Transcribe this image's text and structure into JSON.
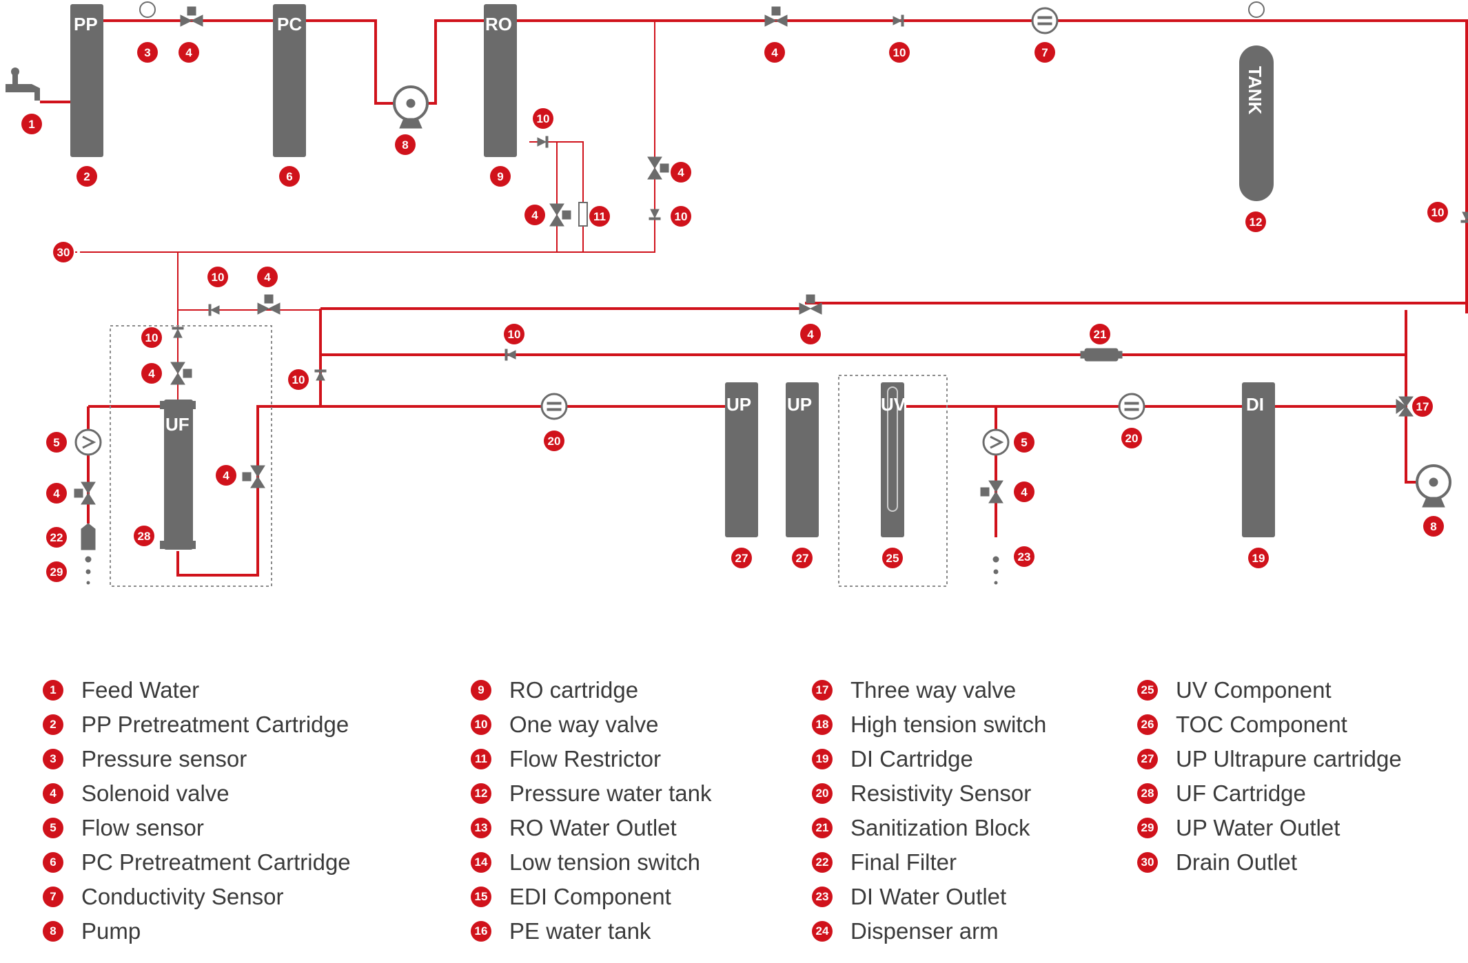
{
  "colors": {
    "pipe": "#d0121b",
    "component": "#6b6b6b",
    "badge": "#d0121b",
    "text": "#3a3a3a"
  },
  "component_labels": {
    "pp": "PP",
    "pc": "PC",
    "ro": "RO",
    "tank": "TANK",
    "uf": "UF",
    "up1": "UP",
    "up2": "UP",
    "uv": "UV",
    "di": "DI"
  },
  "badges": [
    "1",
    "2",
    "3",
    "4",
    "5",
    "6",
    "7",
    "8",
    "9",
    "10",
    "11",
    "12",
    "17",
    "19",
    "20",
    "21",
    "22",
    "23",
    "25",
    "27",
    "28",
    "29",
    "30"
  ],
  "legend": [
    {
      "num": "1",
      "text": "Feed Water"
    },
    {
      "num": "2",
      "text": "PP Pretreatment Cartridge"
    },
    {
      "num": "3",
      "text": "Pressure sensor"
    },
    {
      "num": "4",
      "text": "Solenoid valve"
    },
    {
      "num": "5",
      "text": "Flow sensor"
    },
    {
      "num": "6",
      "text": "PC Pretreatment Cartridge"
    },
    {
      "num": "7",
      "text": "Conductivity Sensor"
    },
    {
      "num": "8",
      "text": "Pump"
    },
    {
      "num": "9",
      "text": "RO cartridge"
    },
    {
      "num": "10",
      "text": "One way valve"
    },
    {
      "num": "11",
      "text": "Flow Restrictor"
    },
    {
      "num": "12",
      "text": "Pressure water tank"
    },
    {
      "num": "13",
      "text": "RO Water Outlet"
    },
    {
      "num": "14",
      "text": "Low tension switch"
    },
    {
      "num": "15",
      "text": "EDI Component"
    },
    {
      "num": "16",
      "text": "PE water tank"
    },
    {
      "num": "17",
      "text": "Three way valve"
    },
    {
      "num": "18",
      "text": "High tension switch"
    },
    {
      "num": "19",
      "text": "DI Cartridge"
    },
    {
      "num": "20",
      "text": "Resistivity Sensor"
    },
    {
      "num": "21",
      "text": "Sanitization Block"
    },
    {
      "num": "22",
      "text": "Final Filter"
    },
    {
      "num": "23",
      "text": "DI Water Outlet"
    },
    {
      "num": "24",
      "text": "Dispenser arm"
    },
    {
      "num": "25",
      "text": "UV Component"
    },
    {
      "num": "26",
      "text": "TOC Component"
    },
    {
      "num": "27",
      "text": "UP Ultrapure cartridge"
    },
    {
      "num": "28",
      "text": "UF Cartridge"
    },
    {
      "num": "29",
      "text": "UP Water Outlet"
    },
    {
      "num": "30",
      "text": "Drain Outlet"
    }
  ]
}
